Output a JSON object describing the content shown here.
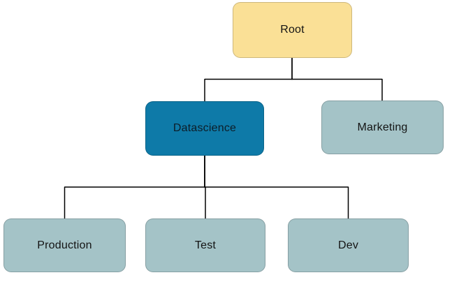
{
  "diagram": {
    "type": "tree",
    "background_color": "#ffffff",
    "edge_color": "#000000",
    "nodes": {
      "root": {
        "label": "Root",
        "fill": "#fae096",
        "text_color": "#141414",
        "level": 0,
        "parent": null
      },
      "datascience": {
        "label": "Datascience",
        "fill": "#0e7aa8",
        "text_color": "#0d1d28",
        "level": 1,
        "parent": "Root"
      },
      "marketing": {
        "label": "Marketing",
        "fill": "#a4c3c7",
        "text_color": "#141414",
        "level": 1,
        "parent": "Root"
      },
      "production": {
        "label": "Production",
        "fill": "#a4c3c7",
        "text_color": "#141414",
        "level": 2,
        "parent": "Datascience"
      },
      "test": {
        "label": "Test",
        "fill": "#a4c3c7",
        "text_color": "#141414",
        "level": 2,
        "parent": "Datascience"
      },
      "dev": {
        "label": "Dev",
        "fill": "#a4c3c7",
        "text_color": "#141414",
        "level": 2,
        "parent": "Datascience"
      }
    },
    "edges": [
      {
        "from": "Root",
        "to": "Datascience"
      },
      {
        "from": "Root",
        "to": "Marketing"
      },
      {
        "from": "Datascience",
        "to": "Production"
      },
      {
        "from": "Datascience",
        "to": "Test"
      },
      {
        "from": "Datascience",
        "to": "Dev"
      }
    ]
  }
}
